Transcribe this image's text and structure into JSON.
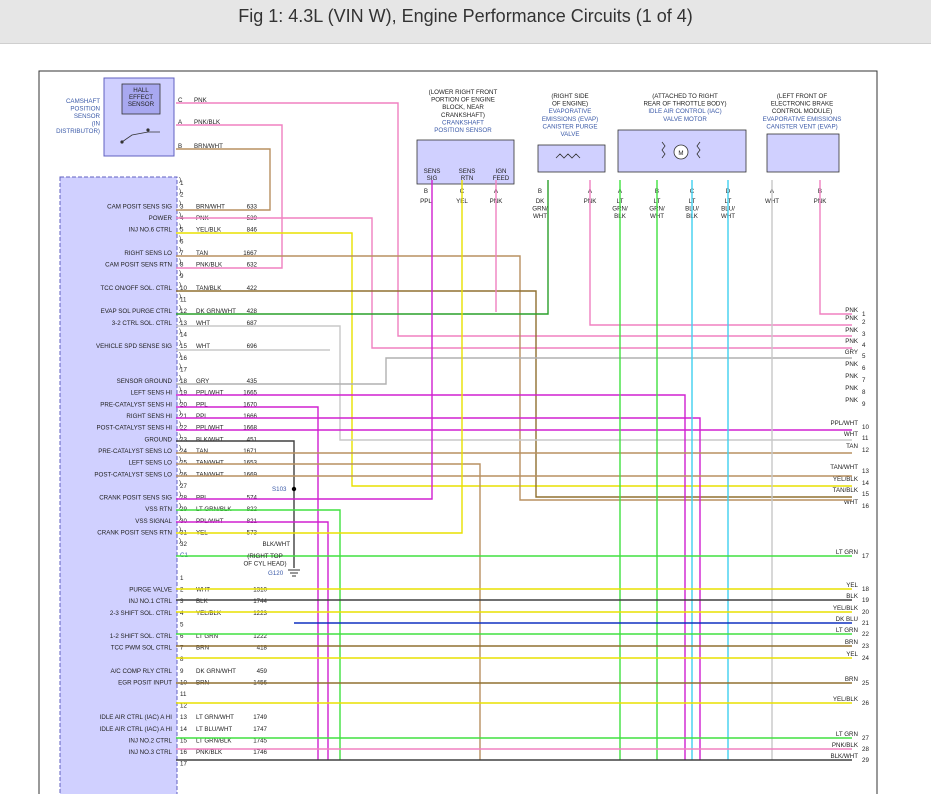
{
  "title": "Fig 1: 4.3L (VIN W), Engine Performance Circuits (1 of 4)",
  "camshaft_sensor": {
    "label_lines": [
      "CAMSHAFT",
      "POSITION",
      "SENSOR",
      "(IN",
      "DISTRIBUTOR)"
    ],
    "hall_lines": [
      "HALL",
      "EFFECT",
      "SENSOR"
    ]
  },
  "top_components": [
    {
      "lines": [
        "(LOWER RIGHT FRONT",
        "PORTION OF ENGINE",
        "BLOCK, NEAR",
        "CRANKSHAFT)"
      ],
      "name_lines": [
        "CRANKSHAFT",
        "POSITION SENSOR"
      ]
    },
    {
      "lines": [
        "(RIGHT SIDE",
        "OF ENGINE)"
      ],
      "name_lines": [
        "EVAPORATIVE",
        "EMISSIONS (EVAP)",
        "CANISTER PURGE",
        "VALVE"
      ]
    },
    {
      "lines": [
        "(ATTACHED TO RIGHT",
        "REAR OF THROTTLE BODY)"
      ],
      "name_lines": [
        "IDLE AIR CONTROL (IAC)",
        "VALVE MOTOR"
      ]
    },
    {
      "lines": [
        "(LEFT FRONT OF",
        "ELECTRONIC BRAKE",
        "CONTROL MODULE)"
      ],
      "name_lines": [
        "EVAPORATIVE EMISSIONS",
        "CANISTER VENT (EVAP)"
      ]
    }
  ],
  "crank_pins": [
    "SENS",
    "SIG",
    "SENS",
    "RTN",
    "IGN",
    "FEED"
  ],
  "top_pins": [
    {
      "letter": "C",
      "wire": "PNK"
    },
    {
      "letter": "A",
      "wire": "PNK/BLK"
    },
    {
      "letter": "B",
      "wire": "BRN/WHT"
    }
  ],
  "top_wire_labels": [
    {
      "pin": "B",
      "wire": "PPL"
    },
    {
      "pin": "C",
      "wire": "YEL"
    },
    {
      "pin": "A",
      "wire": "PNK"
    },
    {
      "pin": "B",
      "wire": "DK GRN/ WHT"
    },
    {
      "pin": "A",
      "wire": "PNK"
    },
    {
      "pin": "A",
      "wire": "LT GRN/ BLK"
    },
    {
      "pin": "B",
      "wire": "LT GRN/ WHT"
    },
    {
      "pin": "C",
      "wire": "LT BLU/ BLK"
    },
    {
      "pin": "D",
      "wire": "LT BLU/ WHT"
    },
    {
      "pin": "A",
      "wire": "WHT"
    },
    {
      "pin": "B",
      "wire": "PNK"
    }
  ],
  "ground": {
    "splice": "S103",
    "wire": "BLK/WHT",
    "location_lines": [
      "(RIGHT TOP",
      "OF CYL HEAD)"
    ],
    "name": "G120"
  },
  "connector_c1": "C1",
  "pins_left": [
    {
      "n": "1",
      "label": "",
      "wire": "",
      "circuit": ""
    },
    {
      "n": "2",
      "label": "",
      "wire": "",
      "circuit": ""
    },
    {
      "n": "3",
      "label": "CAM POSIT SENS SIG",
      "wire": "BRN/WHT",
      "circuit": "633"
    },
    {
      "n": "4",
      "label": "POWER",
      "wire": "PNK",
      "circuit": "539"
    },
    {
      "n": "5",
      "label": "INJ NO.6 CTRL",
      "wire": "YEL/BLK",
      "circuit": "846"
    },
    {
      "n": "6",
      "label": "",
      "wire": "",
      "circuit": ""
    },
    {
      "n": "7",
      "label": "RIGHT SENS LO",
      "wire": "TAN",
      "circuit": "1667"
    },
    {
      "n": "8",
      "label": "CAM POSIT SENS RTN",
      "wire": "PNK/BLK",
      "circuit": "632"
    },
    {
      "n": "9",
      "label": "",
      "wire": "",
      "circuit": ""
    },
    {
      "n": "10",
      "label": "TCC ON/OFF SOL. CTRL",
      "wire": "TAN/BLK",
      "circuit": "422"
    },
    {
      "n": "11",
      "label": "",
      "wire": "",
      "circuit": ""
    },
    {
      "n": "12",
      "label": "EVAP SOL PURGE CTRL",
      "wire": "DK GRN/WHT",
      "circuit": "428"
    },
    {
      "n": "13",
      "label": "3-2 CTRL SOL. CTRL",
      "wire": "WHT",
      "circuit": "687"
    },
    {
      "n": "14",
      "label": "",
      "wire": "",
      "circuit": ""
    },
    {
      "n": "15",
      "label": "VEHICLE SPD SENSE SIG",
      "wire": "WHT",
      "circuit": "696"
    },
    {
      "n": "16",
      "label": "",
      "wire": "",
      "circuit": ""
    },
    {
      "n": "17",
      "label": "",
      "wire": "",
      "circuit": ""
    },
    {
      "n": "18",
      "label": "SENSOR GROUND",
      "wire": "GRY",
      "circuit": "435"
    },
    {
      "n": "19",
      "label": "LEFT SENS HI",
      "wire": "PPL/WHT",
      "circuit": "1665"
    },
    {
      "n": "20",
      "label": "PRE-CATALYST SENS HI",
      "wire": "PPL",
      "circuit": "1670"
    },
    {
      "n": "21",
      "label": "RIGHT SENS HI",
      "wire": "PPL",
      "circuit": "1666"
    },
    {
      "n": "22",
      "label": "POST-CATALYST SENS HI",
      "wire": "PPL/WHT",
      "circuit": "1668"
    },
    {
      "n": "23",
      "label": "GROUND",
      "wire": "BLK/WHT",
      "circuit": "451"
    },
    {
      "n": "24",
      "label": "PRE-CATALYST SENS LO",
      "wire": "TAN",
      "circuit": "1671"
    },
    {
      "n": "25",
      "label": "LEFT SENS LO",
      "wire": "TAN/WHT",
      "circuit": "1653"
    },
    {
      "n": "26",
      "label": "POST-CATALYST SENS LO",
      "wire": "TAN/WHT",
      "circuit": "1669"
    },
    {
      "n": "27",
      "label": "",
      "wire": "",
      "circuit": ""
    },
    {
      "n": "28",
      "label": "CRANK POSIT SENS SIG",
      "wire": "PPL",
      "circuit": "574"
    },
    {
      "n": "29",
      "label": "VSS RTN",
      "wire": "LT GRN/BLK",
      "circuit": "822"
    },
    {
      "n": "30",
      "label": "VSS SIGNAL",
      "wire": "PPL/WHT",
      "circuit": "821"
    },
    {
      "n": "31",
      "label": "CRANK POSIT SENS RTN",
      "wire": "YEL",
      "circuit": "573"
    },
    {
      "n": "32",
      "label": "",
      "wire": "",
      "circuit": ""
    }
  ],
  "pins_left_c2": [
    {
      "n": "1",
      "label": "",
      "wire": "",
      "circuit": ""
    },
    {
      "n": "2",
      "label": "PURGE VALVE",
      "wire": "WHT",
      "circuit": "1310"
    },
    {
      "n": "3",
      "label": "INJ NO.1 CTRL",
      "wire": "BLK",
      "circuit": "1744"
    },
    {
      "n": "4",
      "label": "2-3 SHIFT SOL. CTRL",
      "wire": "YEL/BLK",
      "circuit": "1223"
    },
    {
      "n": "5",
      "label": "",
      "wire": "",
      "circuit": ""
    },
    {
      "n": "6",
      "label": "1-2 SHIFT SOL. CTRL",
      "wire": "LT GRN",
      "circuit": "1222"
    },
    {
      "n": "7",
      "label": "TCC PWM SOL CTRL",
      "wire": "BRN",
      "circuit": "418"
    },
    {
      "n": "8",
      "label": "",
      "wire": "",
      "circuit": ""
    },
    {
      "n": "9",
      "label": "A/C COMP RLY CTRL",
      "wire": "DK GRN/WHT",
      "circuit": "459"
    },
    {
      "n": "10",
      "label": "EGR POSIT INPUT",
      "wire": "BRN",
      "circuit": "1456"
    },
    {
      "n": "11",
      "label": "",
      "wire": "",
      "circuit": ""
    },
    {
      "n": "12",
      "label": "",
      "wire": "",
      "circuit": ""
    },
    {
      "n": "13",
      "label": "IDLE AIR CTRL (IAC) A HI",
      "wire": "LT GRN/WHT",
      "circuit": "1749"
    },
    {
      "n": "14",
      "label": "IDLE AIR CTRL (IAC) A HI",
      "wire": "LT BLU/WHT",
      "circuit": "1747"
    },
    {
      "n": "15",
      "label": "INJ NO.2 CTRL",
      "wire": "LT GRN/BLK",
      "circuit": "1745"
    },
    {
      "n": "16",
      "label": "INJ NO.3 CTRL",
      "wire": "PNK/BLK",
      "circuit": "1746"
    },
    {
      "n": "17",
      "label": "",
      "wire": "",
      "circuit": ""
    }
  ],
  "right_terminals": [
    {
      "n": "1",
      "wire": "PNK"
    },
    {
      "n": "2",
      "wire": "PNK"
    },
    {
      "n": "3",
      "wire": "PNK"
    },
    {
      "n": "4",
      "wire": "PNK"
    },
    {
      "n": "5",
      "wire": "GRY"
    },
    {
      "n": "6",
      "wire": "PNK"
    },
    {
      "n": "7",
      "wire": "PNK"
    },
    {
      "n": "8",
      "wire": "PNK"
    },
    {
      "n": "9",
      "wire": "PNK"
    },
    {
      "n": "10",
      "wire": "PPL/WHT"
    },
    {
      "n": "11",
      "wire": "WHT"
    },
    {
      "n": "12",
      "wire": "TAN"
    },
    {
      "n": "13",
      "wire": "TAN/WHT"
    },
    {
      "n": "14",
      "wire": "YEL/BLK"
    },
    {
      "n": "15",
      "wire": "TAN/BLK"
    },
    {
      "n": "16",
      "wire": "WHT"
    },
    {
      "n": "17",
      "wire": "LT GRN"
    },
    {
      "n": "18",
      "wire": "YEL"
    },
    {
      "n": "19",
      "wire": "BLK"
    },
    {
      "n": "20",
      "wire": "YEL/BLK"
    },
    {
      "n": "21",
      "wire": "DK BLU"
    },
    {
      "n": "22",
      "wire": "LT GRN"
    },
    {
      "n": "23",
      "wire": "BRN"
    },
    {
      "n": "24",
      "wire": "YEL"
    },
    {
      "n": "25",
      "wire": "BRN"
    },
    {
      "n": "26",
      "wire": "YEL/BLK"
    },
    {
      "n": "27",
      "wire": "LT GRN"
    },
    {
      "n": "28",
      "wire": "PNK/BLK"
    },
    {
      "n": "29",
      "wire": "BLK/WHT"
    }
  ],
  "colors": {
    "PNK": "#f080c0",
    "PPL": "#d020d0",
    "YEL": "#e8e000",
    "LT GRN": "#40e040",
    "DK GRN": "#2aa02a",
    "TAN": "#b89060",
    "BRN": "#907030",
    "GRY": "#b0b0b0",
    "WHT": "#c8c8c8",
    "BLK": "#404040",
    "DK BLU": "#1030c0",
    "LT BLU": "#40d0f0",
    "ecm": "#d0d0ff",
    "ecm_border": "#6060c0",
    "frame": "#333333"
  }
}
